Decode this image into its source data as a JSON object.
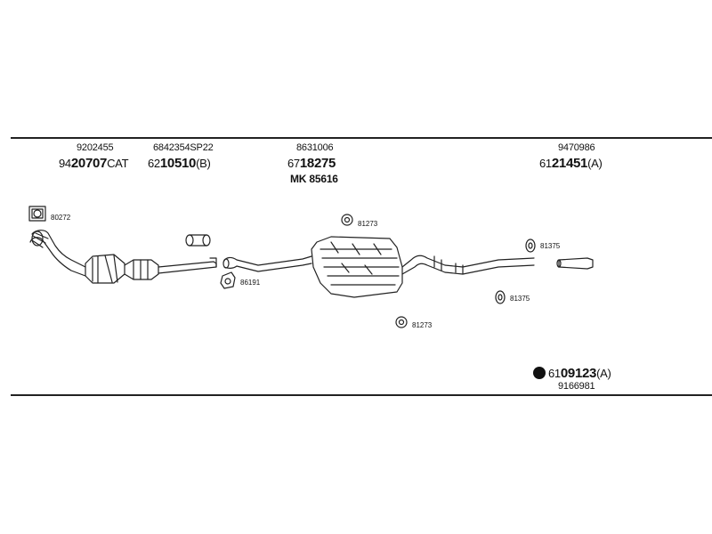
{
  "header": {
    "g1": {
      "sub": "9202455",
      "lead": "94",
      "main": "20707",
      "tail": "CAT"
    },
    "g2": {
      "sub": "6842354SP22",
      "lead": "62",
      "main": "10510",
      "tail": "(B)"
    },
    "g3": {
      "sub": "8631006",
      "lead": "67",
      "main": "18275",
      "mk": "MK 85616"
    },
    "g4": {
      "sub": "9470986",
      "lead": "61",
      "main": "21451",
      "tail": "(A)"
    }
  },
  "labels": {
    "l80272": "80272",
    "l86191": "86191",
    "l81273a": "81273",
    "l81273b": "81273",
    "l81375a": "81375",
    "l81375b": "81375"
  },
  "footer": {
    "lead": "61",
    "main": "09123",
    "tail": "(A)",
    "sub": "9166981"
  }
}
